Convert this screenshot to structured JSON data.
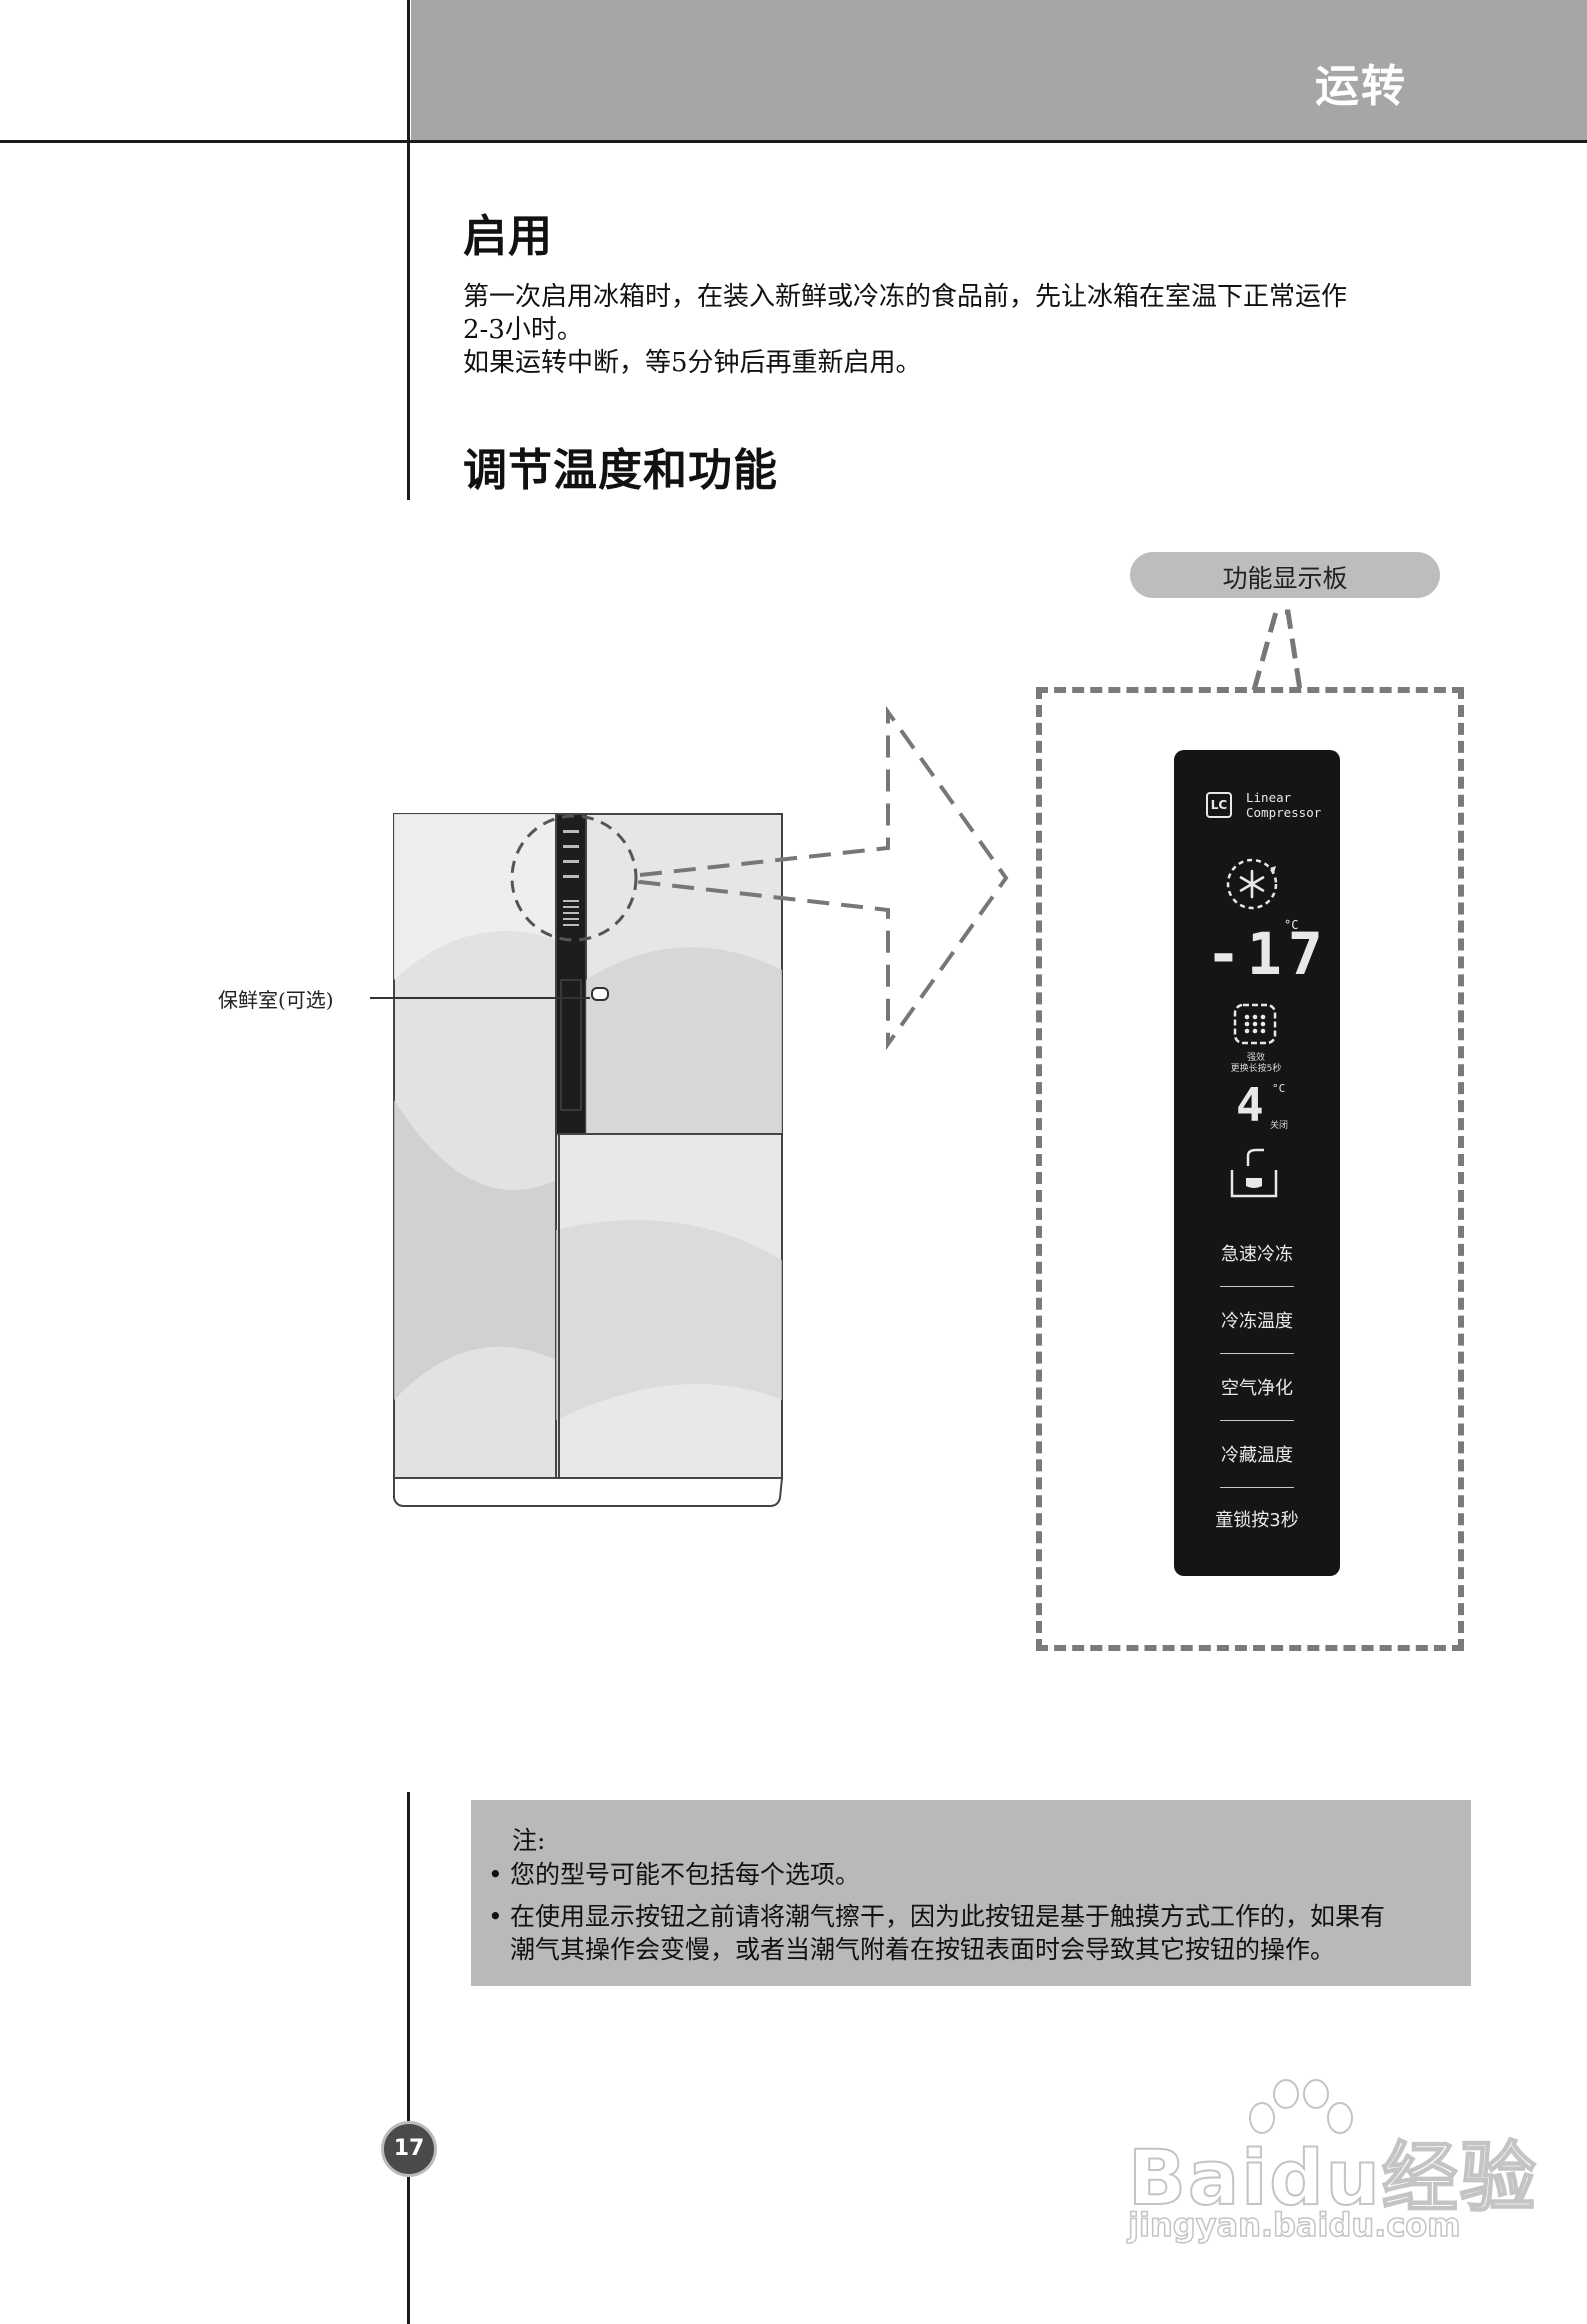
{
  "header": {
    "section_title": "运转"
  },
  "section1": {
    "heading": "启用",
    "lines": [
      "第一次启用冰箱时，在装入新鲜或冷冻的食品前，先让冰箱在室温下正常运作",
      "2-3小时。",
      "如果运转中断，等5分钟后再重新启用。"
    ]
  },
  "section2": {
    "heading": "调节温度和功能"
  },
  "figure": {
    "callout_label": "功能显示板",
    "fridge_label": "保鲜室(可选)",
    "panel": {
      "badge": "LC",
      "brand_line1": "Linear",
      "brand_line2": "Compressor",
      "freezer_temp": "-17",
      "fridge_temp": "4",
      "unit": "°C",
      "air_small_1": "强效",
      "air_small_2": "更换长按5秒",
      "fridge_small": "关闭",
      "buttons": [
        "急速冷冻",
        "冷冻温度",
        "空气净化",
        "冷藏温度",
        "童锁按3秒"
      ]
    }
  },
  "note": {
    "title": "注:",
    "items": [
      "您的型号可能不包括每个选项。",
      "在使用显示按钮之前请将潮气擦干，因为此按钮是基于触摸方式工作的，如果有",
      "潮气其操作会变慢，或者当潮气附着在按钮表面时会导致其它按钮的操作。"
    ]
  },
  "page_number": "17",
  "watermark": {
    "brand": "Baidu经验",
    "url": "jingyan.baidu.com"
  },
  "colors": {
    "header_band": "#a6a6a6",
    "note_box": "#b9b9b9",
    "panel": "#151515",
    "dash": "#7a7a7a"
  },
  "icons": [
    "snowflake-cycle-icon",
    "air-filter-icon",
    "water-dispenser-icon"
  ]
}
